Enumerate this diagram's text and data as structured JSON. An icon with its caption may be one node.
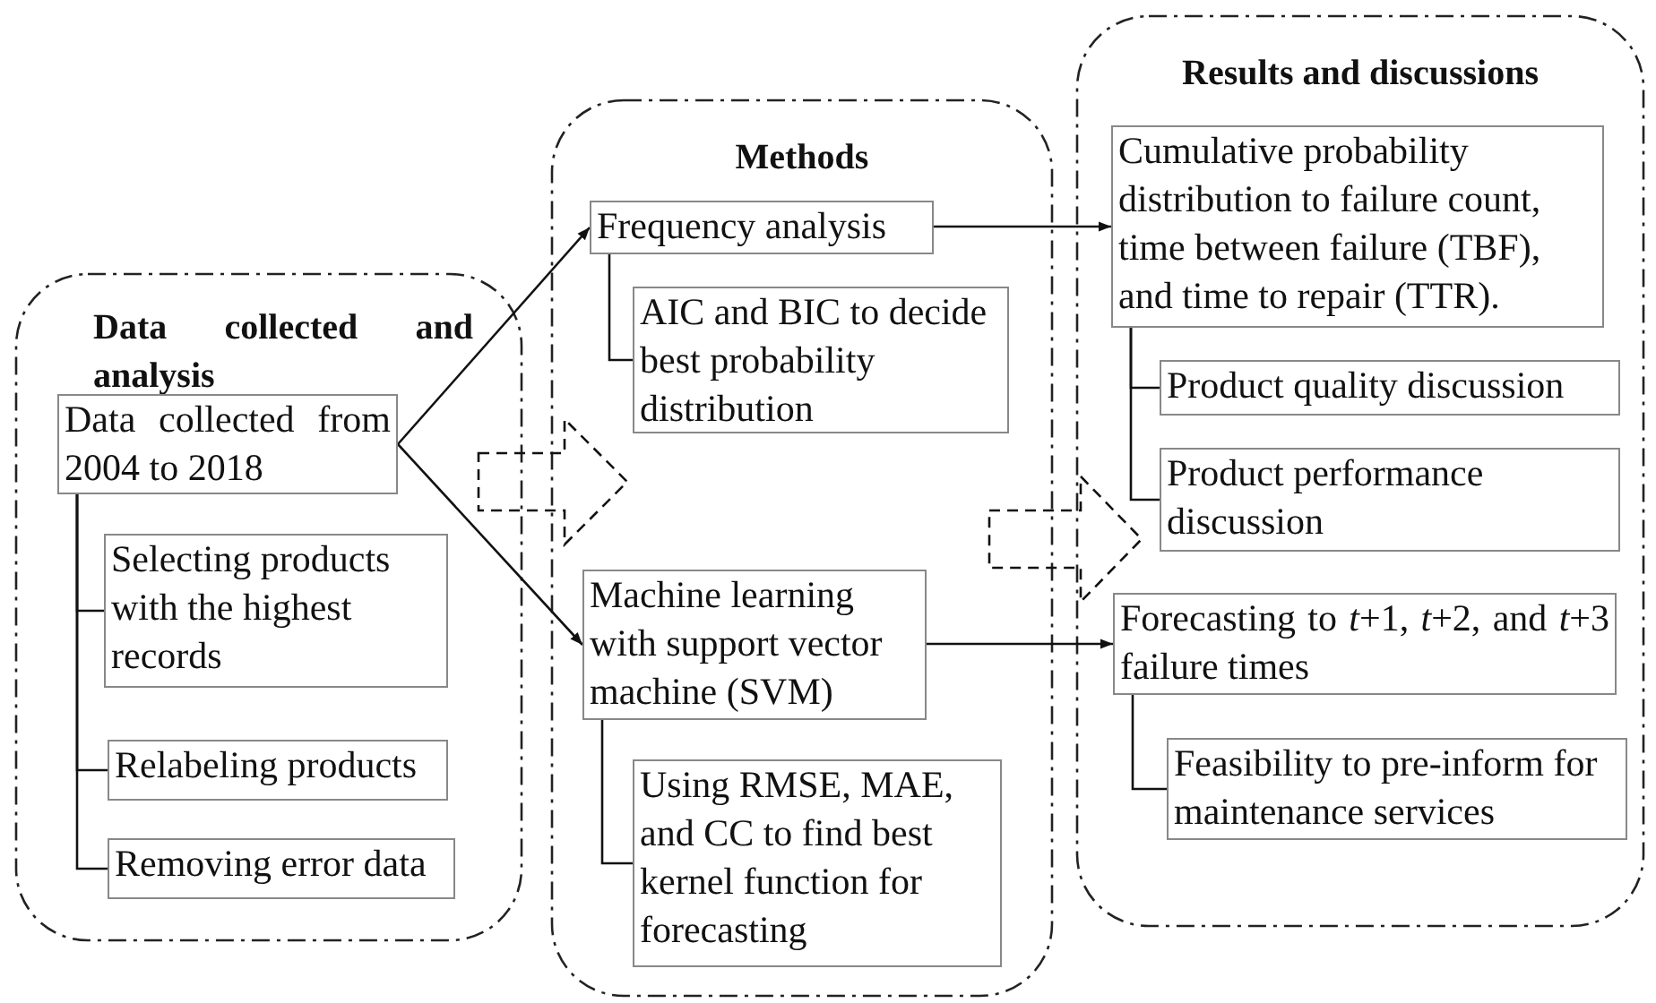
{
  "diagram": {
    "nodes": [
      {
        "text": [
          "Data collected and analysis"
        ]
      },
      {
        "text": [
          "Data collected from 2004 to 2018"
        ],
        "in": 0
      },
      {
        "text": [
          "Selecting products with the highest records"
        ],
        "in": 0
      },
      {
        "text": [
          "Relabeling products"
        ],
        "in": 0
      },
      {
        "text": [
          "Removing error data"
        ],
        "in": 0
      },
      {
        "text": [
          "Methods"
        ]
      },
      {
        "text": [
          "Frequency analysis"
        ],
        "in": 5
      },
      {
        "text": [
          "AIC and BIC to decide best probability distribution"
        ],
        "in": 5
      },
      {
        "text": [
          "Machine learning with support vector machine (SVM)"
        ],
        "in": 5
      },
      {
        "text": [
          "Using RMSE, MAE, and CC to find best kernel function for forecasting"
        ],
        "in": 5
      },
      {
        "text": [
          "Results and discussions"
        ]
      },
      {
        "text": [
          "Cumulative probability distribution to failure count, time between failure (TBF), and time to repair (TTR)."
        ],
        "in": 10
      },
      {
        "text": [
          "Product quality discussion"
        ],
        "in": 10
      },
      {
        "text": [
          "Product performance discussion"
        ],
        "in": 10
      },
      {
        "text": [
          "Forecasting to *t*+1, *t*+2, and *t*+3 failure times"
        ],
        "in": 10
      },
      {
        "text": [
          "Feasibility to pre-inform for maintenance services"
        ],
        "in": 10
      }
    ],
    "edges": [
      {
        "from": 1,
        "to": 2,
        "arrow": "none"
      },
      {
        "from": 1,
        "to": 3,
        "arrow": "none"
      },
      {
        "from": 1,
        "to": 4,
        "arrow": "none"
      },
      {
        "from": 1,
        "to": 6,
        "arrow": "to"
      },
      {
        "from": 1,
        "to": 8,
        "arrow": "to"
      },
      {
        "from": 6,
        "to": 7,
        "arrow": "none"
      },
      {
        "from": 8,
        "to": 9,
        "arrow": "none"
      },
      {
        "from": 6,
        "to": 11,
        "arrow": "to"
      },
      {
        "from": 8,
        "to": 14,
        "arrow": "to"
      },
      {
        "from": 11,
        "to": 12,
        "arrow": "none"
      },
      {
        "from": 11,
        "to": 13,
        "arrow": "none"
      },
      {
        "from": 14,
        "to": 15,
        "arrow": "none"
      },
      {
        "from": 0,
        "to": 5,
        "arrow": "to",
        "style": "dashed"
      },
      {
        "from": 5,
        "to": 10,
        "arrow": "to",
        "style": "dashed"
      }
    ]
  }
}
